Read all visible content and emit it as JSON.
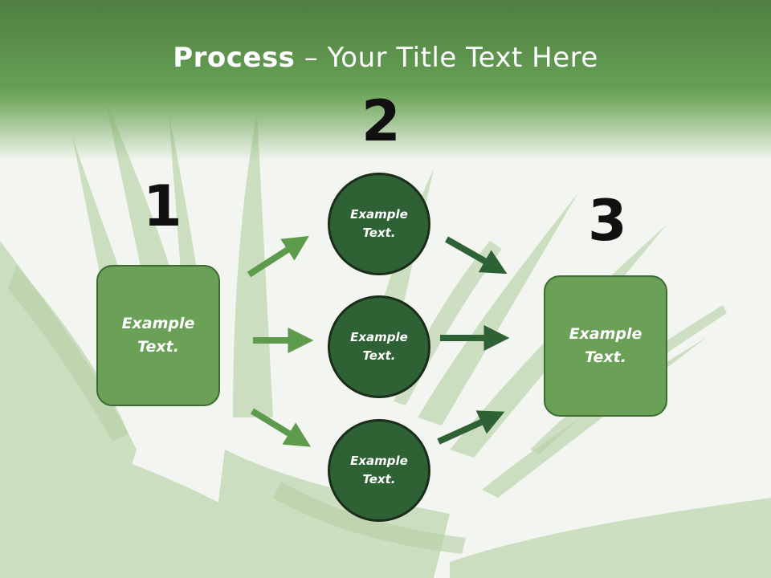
{
  "title": {
    "bold": "Process",
    "rest": " – Your Title Text Here"
  },
  "numbers": {
    "step1": "1",
    "step2": "2",
    "step3": "3"
  },
  "boxes": {
    "left": "Example Text.",
    "right": "Example Text."
  },
  "circles": {
    "top": "Example Text.",
    "middle": "Example Text.",
    "bottom": "Example Text."
  },
  "colors": {
    "header": "#66a055",
    "box": "#6aa156",
    "circle": "#2e6234",
    "arrow_light": "#5e9a4c",
    "arrow_dark": "#2e6234"
  }
}
